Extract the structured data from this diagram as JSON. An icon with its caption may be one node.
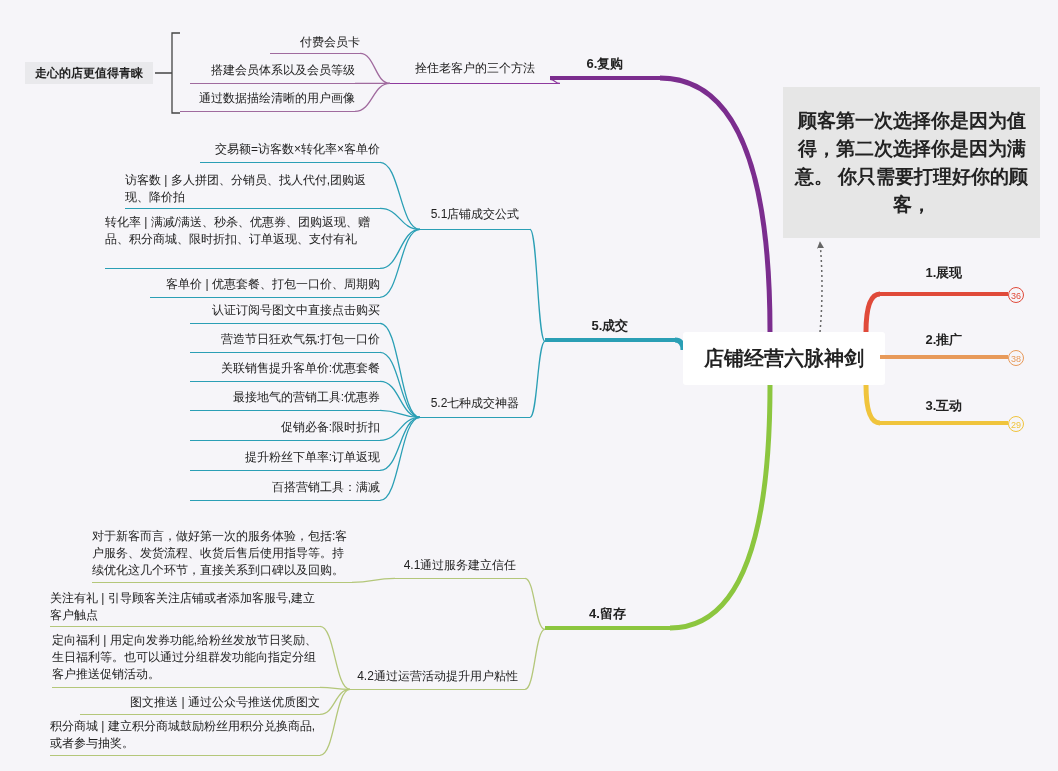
{
  "diagram": {
    "nodes": [
      {
        "text": [
          "店铺经营六脉神剑"
        ]
      },
      {
        "text": [
          "顾客第一次选择你是因为值得，第二次选择你是因为满意。 你只需要打理好你的顾客，"
        ]
      },
      {
        "text": [
          "1.展现"
        ],
        "beside": [
          "36"
        ]
      },
      {
        "text": [
          "2.推广"
        ],
        "beside": [
          "38"
        ]
      },
      {
        "text": [
          "3.互动"
        ],
        "beside": [
          "29"
        ]
      },
      {
        "text": [
          "6.复购"
        ]
      },
      {
        "text": [
          "拴住老客户的三个方法"
        ]
      },
      {
        "text": [
          "付费会员卡"
        ]
      },
      {
        "text": [
          "搭建会员体系以及会员等级"
        ]
      },
      {
        "text": [
          "通过数据描绘清晰的用户画像"
        ]
      },
      {
        "text": [
          "走心的店更值得青睐"
        ]
      },
      {
        "text": [
          "5.成交"
        ]
      },
      {
        "text": [
          "5.1店铺成交公式"
        ]
      },
      {
        "text": [
          "交易额=访客数×转化率×客单价"
        ]
      },
      {
        "text": [
          "访客数 | 多人拼团、分销员、找人代付,团购返现、降价拍"
        ]
      },
      {
        "text": [
          "转化率 | 满减/满送、秒杀、优惠券、团购返现、赠品、积分商城、限时折扣、订单返现、支付有礼"
        ]
      },
      {
        "text": [
          "客单价 | 优惠套餐、打包一口价、周期购"
        ]
      },
      {
        "text": [
          "5.2七种成交神器"
        ]
      },
      {
        "text": [
          "认证订阅号图文中直接点击购买"
        ]
      },
      {
        "text": [
          "营造节日狂欢气氛:打包一口价"
        ]
      },
      {
        "text": [
          "关联销售提升客单价:优惠套餐"
        ]
      },
      {
        "text": [
          "最接地气的营销工具:优惠券"
        ]
      },
      {
        "text": [
          "促销必备:限时折扣"
        ]
      },
      {
        "text": [
          "提升粉丝下单率:订单返现"
        ]
      },
      {
        "text": [
          "百搭营销工具：满减"
        ]
      },
      {
        "text": [
          "4.留存"
        ]
      },
      {
        "text": [
          "4.1通过服务建立信任"
        ]
      },
      {
        "text": [
          "对于新客而言，做好第一次的服务体验，包括:客户服务、发货流程、收货后售后使用指导等。持续优化这几个环节，直接关系到口碑以及回购。"
        ]
      },
      {
        "text": [
          "4.2通过运营活动提升用户粘性"
        ]
      },
      {
        "text": [
          "关注有礼 | 引导顾客关注店铺或者添加客服号,建立客户触点"
        ]
      },
      {
        "text": [
          "定向福利 | 用定向发券功能,给粉丝发放节日奖励、生日福利等。也可以通过分组群发功能向指定分组客户推送促销活动。"
        ]
      },
      {
        "text": [
          "图文推送 | 通过公众号推送优质图文"
        ]
      },
      {
        "text": [
          "积分商城 | 建立积分商城鼓励粉丝用积分兑换商品,或者参与抽奖。"
        ]
      }
    ],
    "edges": [
      {
        "from": 0,
        "to": 1,
        "arrow": "to",
        "style": "dashed",
        "color": "#666666"
      },
      {
        "from": 0,
        "to": 2,
        "arrow": "none",
        "style": "thick",
        "color": "#e04a3a"
      },
      {
        "from": 0,
        "to": 3,
        "arrow": "none",
        "style": "thick",
        "color": "#e89a5a"
      },
      {
        "from": 0,
        "to": 4,
        "arrow": "none",
        "style": "thick",
        "color": "#f0c43c"
      },
      {
        "from": 0,
        "to": 5,
        "arrow": "none",
        "style": "thick",
        "color": "#7b2d8e"
      },
      {
        "from": 5,
        "to": 6,
        "arrow": "none",
        "color": "#8e3a9e"
      },
      {
        "from": 6,
        "to": 7,
        "arrow": "none",
        "color": "#a06a9e"
      },
      {
        "from": 6,
        "to": 8,
        "arrow": "none",
        "color": "#a06a9e"
      },
      {
        "from": 6,
        "to": 9,
        "arrow": "none",
        "color": "#a06a9e"
      },
      {
        "from": 0,
        "to": 11,
        "arrow": "none",
        "style": "thick",
        "color": "#2a9fb5"
      },
      {
        "from": 11,
        "to": 12,
        "arrow": "none",
        "color": "#2a9fb5"
      },
      {
        "from": 12,
        "to": 13,
        "arrow": "none",
        "color": "#2a9fb5"
      },
      {
        "from": 12,
        "to": 14,
        "arrow": "none",
        "color": "#2a9fb5"
      },
      {
        "from": 12,
        "to": 15,
        "arrow": "none",
        "color": "#2a9fb5"
      },
      {
        "from": 12,
        "to": 16,
        "arrow": "none",
        "color": "#2a9fb5"
      },
      {
        "from": 11,
        "to": 17,
        "arrow": "none",
        "color": "#2a9fb5"
      },
      {
        "from": 17,
        "to": 18,
        "arrow": "none",
        "color": "#2a9fb5"
      },
      {
        "from": 17,
        "to": 19,
        "arrow": "none",
        "color": "#2a9fb5"
      },
      {
        "from": 17,
        "to": 20,
        "arrow": "none",
        "color": "#2a9fb5"
      },
      {
        "from": 17,
        "to": 21,
        "arrow": "none",
        "color": "#2a9fb5"
      },
      {
        "from": 17,
        "to": 22,
        "arrow": "none",
        "color": "#2a9fb5"
      },
      {
        "from": 17,
        "to": 23,
        "arrow": "none",
        "color": "#2a9fb5"
      },
      {
        "from": 17,
        "to": 24,
        "arrow": "none",
        "color": "#2a9fb5"
      },
      {
        "from": 0,
        "to": 25,
        "arrow": "none",
        "style": "thick",
        "color": "#8cc63f"
      },
      {
        "from": 25,
        "to": 26,
        "arrow": "none",
        "color": "#b4c77a"
      },
      {
        "from": 26,
        "to": 27,
        "arrow": "none",
        "color": "#b4c77a"
      },
      {
        "from": 25,
        "to": 28,
        "arrow": "none",
        "color": "#b4c77a"
      },
      {
        "from": 28,
        "to": 29,
        "arrow": "none",
        "color": "#b4c77a"
      },
      {
        "from": 28,
        "to": 30,
        "arrow": "none",
        "color": "#b4c77a"
      },
      {
        "from": 28,
        "to": 31,
        "arrow": "none",
        "color": "#b4c77a"
      },
      {
        "from": 28,
        "to": 32,
        "arrow": "none",
        "color": "#b4c77a"
      }
    ]
  }
}
